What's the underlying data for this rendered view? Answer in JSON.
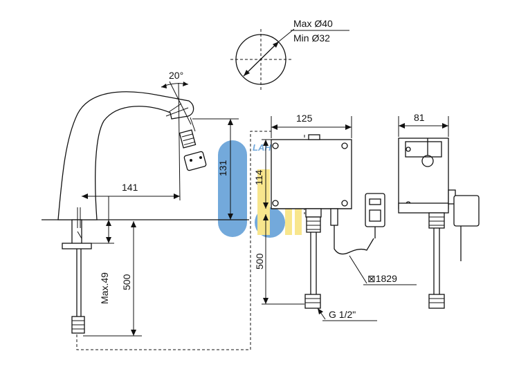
{
  "colors": {
    "line": "#111111",
    "watermark_blue": "#5b9bd5",
    "watermark_yellow": "#f7e27a"
  },
  "watermark": {
    "text": "LAHAO"
  },
  "labels": {
    "angle": "20°",
    "hole_max": "Max Ø40",
    "hole_min": "Min Ø32",
    "spout_reach": "141",
    "spout_height": "131",
    "deck_thickness": "Max.49",
    "pipe_length_left": "500",
    "box_width": "125",
    "box_height": "114",
    "box_pipe_length": "500",
    "box_depth": "81",
    "cable_length": "⊠1829",
    "thread": "G 1/2\""
  }
}
